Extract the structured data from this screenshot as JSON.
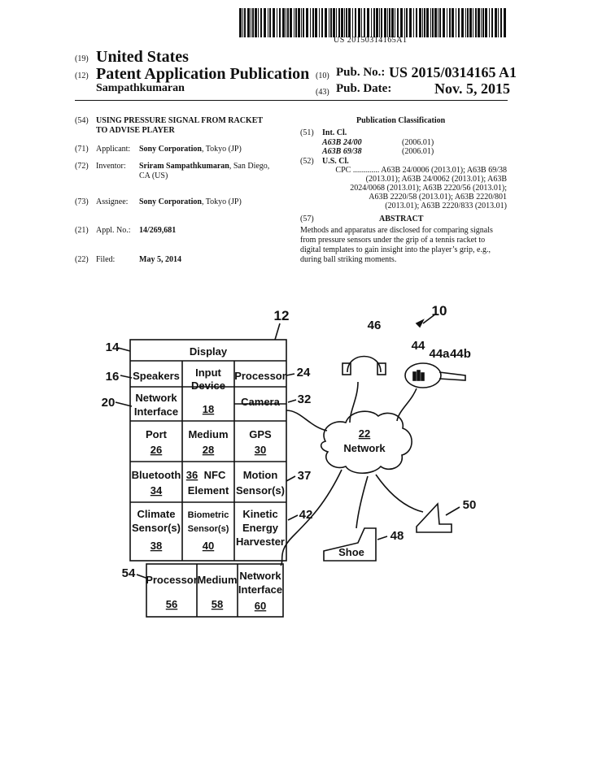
{
  "barcode_number": "US 20150314165A1",
  "header": {
    "code19": "(19)",
    "country": "United States",
    "code12": "(12)",
    "doc_type": "Patent Application Publication",
    "inventor_surname": "Sampathkumaran",
    "code10": "(10)",
    "pub_no_label": "Pub. No.:",
    "pub_no": "US 2015/0314165 A1",
    "code43": "(43)",
    "pub_date_label": "Pub. Date:",
    "pub_date": "Nov. 5, 2015"
  },
  "left": {
    "c54": "(54)",
    "title_line1": "USING PRESSURE SIGNAL FROM RACKET",
    "title_line2": "TO ADVISE PLAYER",
    "c71": "(71)",
    "applicant_label": "Applicant:",
    "applicant": "Sony Corporation",
    "applicant_loc": ", Tokyo (JP)",
    "c72": "(72)",
    "inventor_label": "Inventor:",
    "inventor": "Sriram Sampathkumaran",
    "inventor_loc1": ", San Diego,",
    "inventor_loc2": "CA (US)",
    "c73": "(73)",
    "assignee_label": "Assignee:",
    "assignee": "Sony Corporation",
    "assignee_loc": ", Tokyo (JP)",
    "c21": "(21)",
    "appl_label": "Appl. No.:",
    "appl_no": "14/269,681",
    "c22": "(22)",
    "filed_label": "Filed:",
    "filed": "May 5, 2014"
  },
  "right": {
    "pub_class_title": "Publication Classification",
    "c51": "(51)",
    "intcl_label": "Int. Cl.",
    "intcl1": "A63B 24/00",
    "intcl1_date": "(2006.01)",
    "intcl2": "A63B 69/38",
    "intcl2_date": "(2006.01)",
    "c52": "(52)",
    "uscl_label": "U.S. Cl.",
    "cpc_line1": "CPC ............. A63B 24/0006 (2013.01); A63B 69/38",
    "cpc_line2": "(2013.01); A63B 24/0062 (2013.01); A63B",
    "cpc_line3": "2024/0068 (2013.01); A63B 2220/56 (2013.01);",
    "cpc_line4": "A63B 2220/58 (2013.01); A63B 2220/801",
    "cpc_line5": "(2013.01); A63B 2220/833 (2013.01)",
    "c57": "(57)",
    "abstract_title": "ABSTRACT",
    "abstract_lines": [
      "Methods and apparatus are disclosed for comparing signals",
      "from pressure sensors under the grip of a tennis racket to",
      "digital templates to gain insight into the player’s grip, e.g.,",
      "during ball striking moments."
    ]
  },
  "figure": {
    "ref10": "10",
    "ref12": "12",
    "ref14": "14",
    "ref16": "16",
    "ref20": "20",
    "ref24": "24",
    "ref32": "32",
    "ref37": "37",
    "ref42": "42",
    "ref46": "46",
    "ref44": "44",
    "ref44a": "44a",
    "ref44b": "44b",
    "ref48": "48",
    "ref50": "50",
    "ref54": "54",
    "display": "Display",
    "speakers": "Speakers",
    "input_l1": "Input",
    "input_l2": "Device",
    "input_num": "18",
    "processor": "Processor",
    "net_l1": "Network",
    "net_l2": "Interface",
    "camera": "Camera",
    "port": "Port",
    "port_num": "26",
    "medium": "Medium",
    "medium_num": "28",
    "gps": "GPS",
    "gps_num": "30",
    "bt": "Bluetooth",
    "bt_num": "34",
    "nfc_num": "36",
    "nfc_l1": "NFC",
    "nfc_l2": "Element",
    "motion_l1": "Motion",
    "motion_l2": "Sensor(s)",
    "climate_l1": "Climate",
    "climate_l2": "Sensor(s)",
    "climate_num": "38",
    "bio_l1": "Biometric",
    "bio_l2": "Sensor(s)",
    "bio_num": "40",
    "kin_l1": "Kinetic",
    "kin_l2": "Energy",
    "kin_l3": "Harvester",
    "network_num": "22",
    "network_label": "Network",
    "shoe": "Shoe",
    "p2_processor": "Processor",
    "p2_proc_num": "56",
    "p2_medium": "Medium",
    "p2_med_num": "58",
    "p2_net_l1": "Network",
    "p2_net_l2": "Interface",
    "p2_net_num": "60"
  }
}
